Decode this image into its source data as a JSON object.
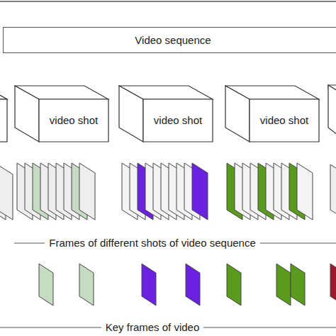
{
  "diagram": {
    "nodes": [
      {
        "text": [
          "Video sequence"
        ]
      },
      {
        "text": [
          "video shot"
        ]
      },
      {
        "text": [
          "video shot"
        ]
      },
      {
        "text": [
          "video shot"
        ]
      }
    ],
    "labels": [
      "Frames of different shots of video sequence",
      "Key frames of video"
    ]
  }
}
